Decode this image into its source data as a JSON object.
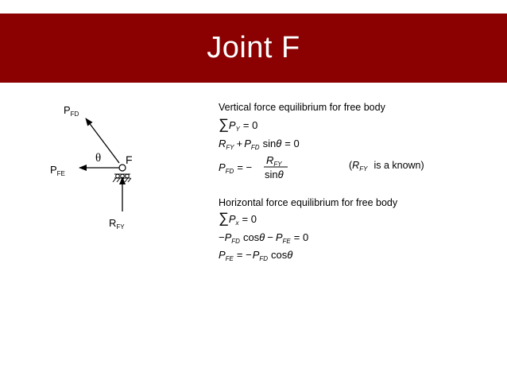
{
  "slide": {
    "title": "Joint F",
    "band_color": "#8b0000"
  },
  "fbd": {
    "labels": {
      "pfd_main": "P",
      "pfd_sub": "FD",
      "pfe_main": "P",
      "pfe_sub": "FE",
      "rfy_main": "R",
      "rfy_sub": "FY",
      "theta": "θ",
      "joint": "F"
    }
  },
  "equations": {
    "vertical": {
      "heading": "Vertical force equilibrium for free body",
      "sum_symbol": "∑",
      "e1_var": "P",
      "e1_sub": "Y",
      "e1_rest": "= 0",
      "e2_a": "R",
      "e2_a_sub": "FY",
      "e2_plus": "+",
      "e2_b": "P",
      "e2_b_sub": "FD",
      "e2_sin": "sin",
      "e2_theta": "θ",
      "e2_rest": "= 0",
      "e3_lhs": "P",
      "e3_lhs_sub": "FD",
      "e3_eq": "= −",
      "e3_num": "R",
      "e3_num_sub": "FY",
      "e3_den_sin": "sin",
      "e3_den_theta": "θ",
      "note_open": "(",
      "note_var": "R",
      "note_sub": "FY",
      "note_text": "is a known)"
    },
    "horizontal": {
      "heading": "Horizontal force equilibrium for free body",
      "sum_symbol": "∑",
      "e1_var": "P",
      "e1_sub": "x",
      "e1_rest": "= 0",
      "e2_minus": "−",
      "e2_a": "P",
      "e2_a_sub": "FD",
      "e2_cos": "cos",
      "e2_theta": "θ",
      "e2_minus2": "−",
      "e2_b": "P",
      "e2_b_sub": "FE",
      "e2_rest": "= 0",
      "e3_lhs": "P",
      "e3_lhs_sub": "FE",
      "e3_eq": "= −",
      "e3_b": "P",
      "e3_b_sub": "FD",
      "e3_cos": "cos",
      "e3_theta": "θ"
    }
  }
}
